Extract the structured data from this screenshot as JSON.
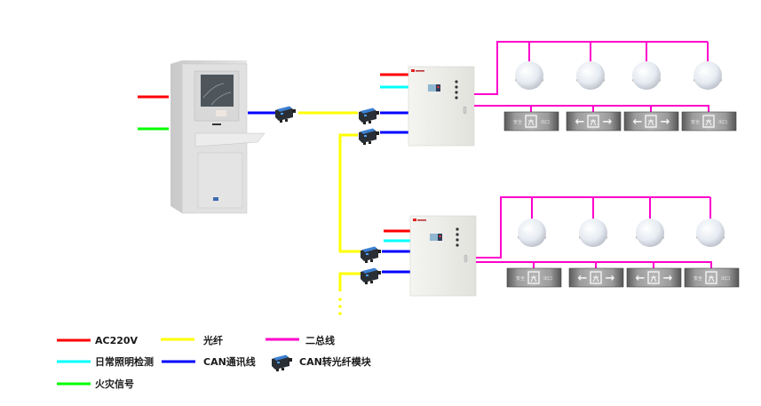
{
  "diagram": {
    "title": "",
    "colors": {
      "ac220v": "#ff0000",
      "daily_lighting_detection": "#00ffff",
      "fire_signal": "#00ff00",
      "fiber": "#ffff00",
      "can": "#0000ff",
      "two_bus": "#ff00cc",
      "cabinet_fill": "#ededea",
      "workstation_fill": "#dcdcdc"
    },
    "nodes": {
      "workstation": "monitoring host workstation",
      "cabinets": [
        "distribution cabinet 1",
        "distribution cabinet 2"
      ],
      "cabinet_brand": "Acrel",
      "lights_per_row": 4,
      "signs_per_row": 4
    },
    "signs": [
      {
        "type": "safety-exit",
        "left_text": "安全",
        "right_text": "出口"
      },
      {
        "type": "left-right-arrow",
        "left_text": "←",
        "right_text": "→"
      },
      {
        "type": "left-right-arrow",
        "left_text": "←",
        "right_text": "→"
      },
      {
        "type": "safety-exit",
        "left_text": "安全",
        "right_text": "出口"
      }
    ],
    "continuation": "⋮"
  },
  "legend": {
    "items": [
      {
        "label": "AC220V",
        "kind": "line",
        "color": "#ff0000"
      },
      {
        "label": "光纤",
        "kind": "line",
        "color": "#ffff00"
      },
      {
        "label": "二总线",
        "kind": "line",
        "color": "#ff00cc"
      },
      {
        "label": "日常照明检测",
        "kind": "line",
        "color": "#00ffff"
      },
      {
        "label": "CAN通讯线",
        "kind": "line",
        "color": "#0000ff"
      },
      {
        "label": "CAN转光纤模块",
        "kind": "module-icon",
        "color": ""
      },
      {
        "label": "火灾信号",
        "kind": "line",
        "color": "#00ff00"
      }
    ]
  }
}
